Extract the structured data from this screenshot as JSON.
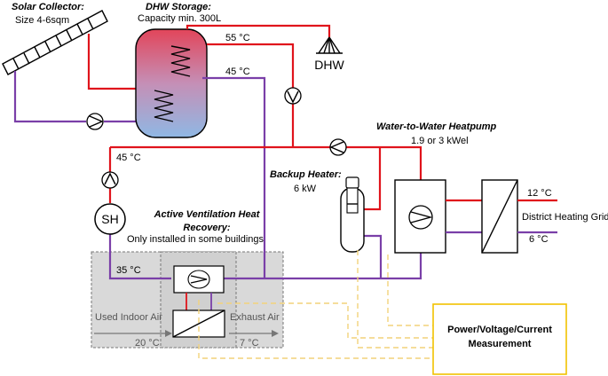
{
  "solar": {
    "title": "Solar Collector:",
    "size": "Size 4-6sqm"
  },
  "storage": {
    "title": "DHW Storage:",
    "capacity": "Capacity min. 300L",
    "temp_top": "55 °C",
    "temp_bottom": "45 °C"
  },
  "dhw": {
    "label": "DHW"
  },
  "heatpump": {
    "title": "Water-to-Water Heatpump",
    "power": "1.9 or 3 kWel"
  },
  "backup": {
    "title": "Backup Heater:",
    "power": "6 kW"
  },
  "heating": {
    "supply_temp": "45 °C",
    "return_temp": "35 °C",
    "sh_label": "SH"
  },
  "ventilation": {
    "title_line1": "Active Ventilation Heat",
    "title_line2": "Recovery:",
    "note": "Only installed in some buildings",
    "indoor_label": "Used Indoor Air",
    "indoor_temp": "20 °C",
    "exhaust_label": "Exhaust Air",
    "exhaust_temp": "7 °C"
  },
  "grid": {
    "label": "District Heating Grid",
    "supply_temp": "12 °C",
    "return_temp": "6 °C"
  },
  "measurement": {
    "line1": "Power/Voltage/Current",
    "line2": "Measurement"
  },
  "colors": {
    "hot": "#e0141c",
    "cold": "#7a3fa8",
    "signal": "#f2d27a",
    "measurement_border": "#f2c200"
  }
}
